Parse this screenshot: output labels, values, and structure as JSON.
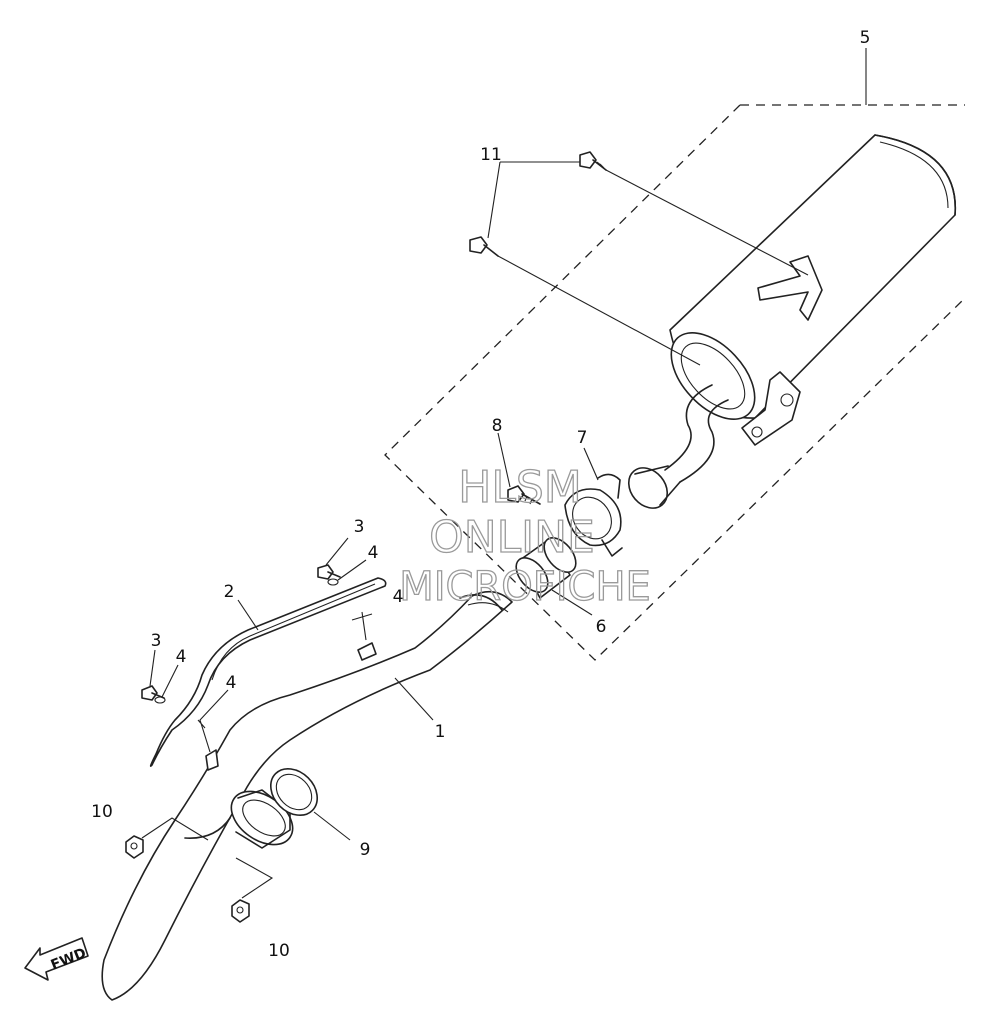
{
  "diagram": {
    "callouts": [
      {
        "id": "c5",
        "label": "5"
      },
      {
        "id": "c11",
        "label": "11"
      },
      {
        "id": "c8",
        "label": "8"
      },
      {
        "id": "c7",
        "label": "7"
      },
      {
        "id": "c3a",
        "label": "3"
      },
      {
        "id": "c4a",
        "label": "4"
      },
      {
        "id": "c4b",
        "label": "4"
      },
      {
        "id": "c2",
        "label": "2"
      },
      {
        "id": "c3b",
        "label": "3"
      },
      {
        "id": "c4c",
        "label": "4"
      },
      {
        "id": "c4d",
        "label": "4"
      },
      {
        "id": "c1",
        "label": "1"
      },
      {
        "id": "c6",
        "label": "6"
      },
      {
        "id": "c10a",
        "label": "10"
      },
      {
        "id": "c9",
        "label": "9"
      },
      {
        "id": "c10b",
        "label": "10"
      }
    ],
    "watermark": [
      "HLSM",
      "ONLINE",
      "MICROFICHE"
    ],
    "fwd_label": "FWD"
  }
}
